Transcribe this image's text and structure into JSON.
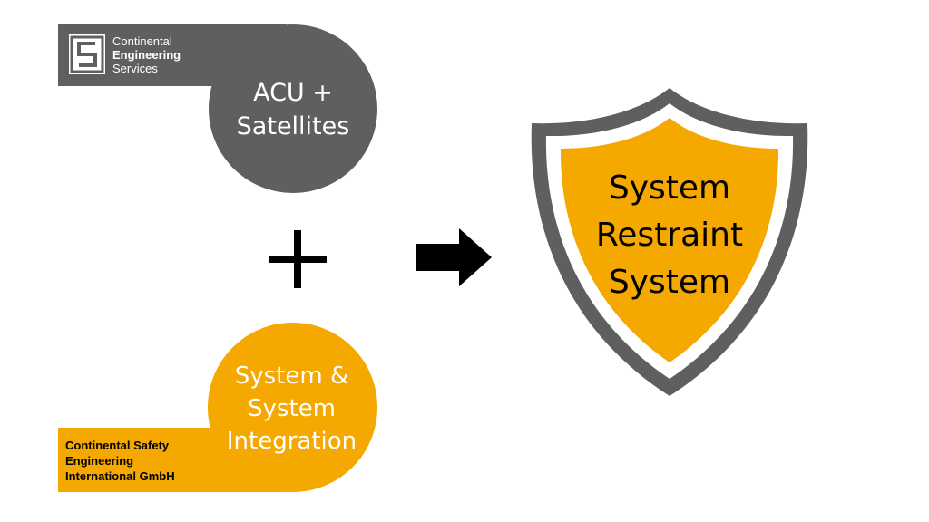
{
  "logo": {
    "icon": "continental-engineering-services-logo",
    "line1": "Continental",
    "line2": "Engineering",
    "line3": "Services"
  },
  "grey_node": {
    "line1": "ACU +",
    "line2": "Satellites",
    "color": "#5f5f5f"
  },
  "orange_node": {
    "line1": "System &",
    "line2": "System",
    "line3": "Integration",
    "color": "#f5a800"
  },
  "company": {
    "line1": "Continental Safety",
    "line2": "Engineering",
    "line3": "International GmbH"
  },
  "operator_icon": "plus-icon",
  "flow_icon": "right-arrow-icon",
  "shield": {
    "icon": "shield-icon",
    "line1": "System",
    "line2": "Restraint",
    "line3": "System",
    "fill_color": "#f5a800",
    "border_color": "#5f5f5f"
  }
}
